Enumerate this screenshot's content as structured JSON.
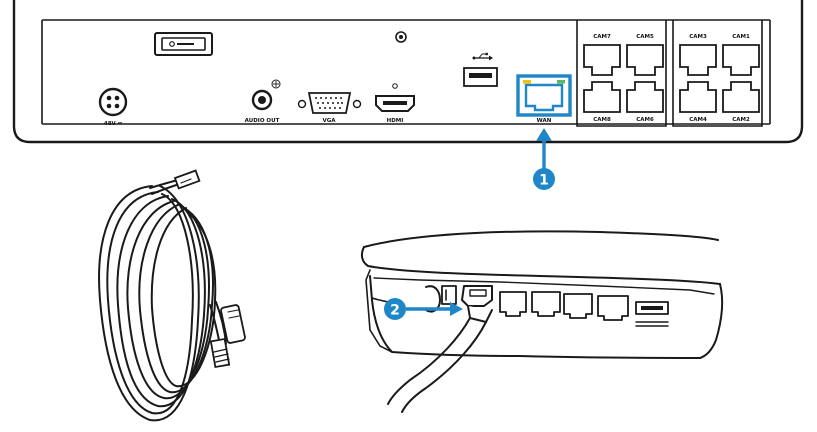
{
  "colors": {
    "line": "#1a1a1a",
    "accent": "#1f86c8",
    "led_yellow": "#f2c200",
    "led_green": "#5cb85c"
  },
  "nvr_panel": {
    "power_label": "48V ⎓",
    "audio_out_label": "AUDIO OUT",
    "vga_label": "VGA",
    "hdmi_label": "HDMI",
    "wan_label": "WAN",
    "usb_icon": "usb-icon",
    "ground_icon": "ground-screw-icon",
    "camera_ports": {
      "top": [
        "CAM7",
        "CAM5",
        "CAM3",
        "CAM1"
      ],
      "bottom": [
        "CAM8",
        "CAM6",
        "CAM4",
        "CAM2"
      ]
    }
  },
  "steps": [
    {
      "number": "1"
    },
    {
      "number": "2"
    }
  ]
}
